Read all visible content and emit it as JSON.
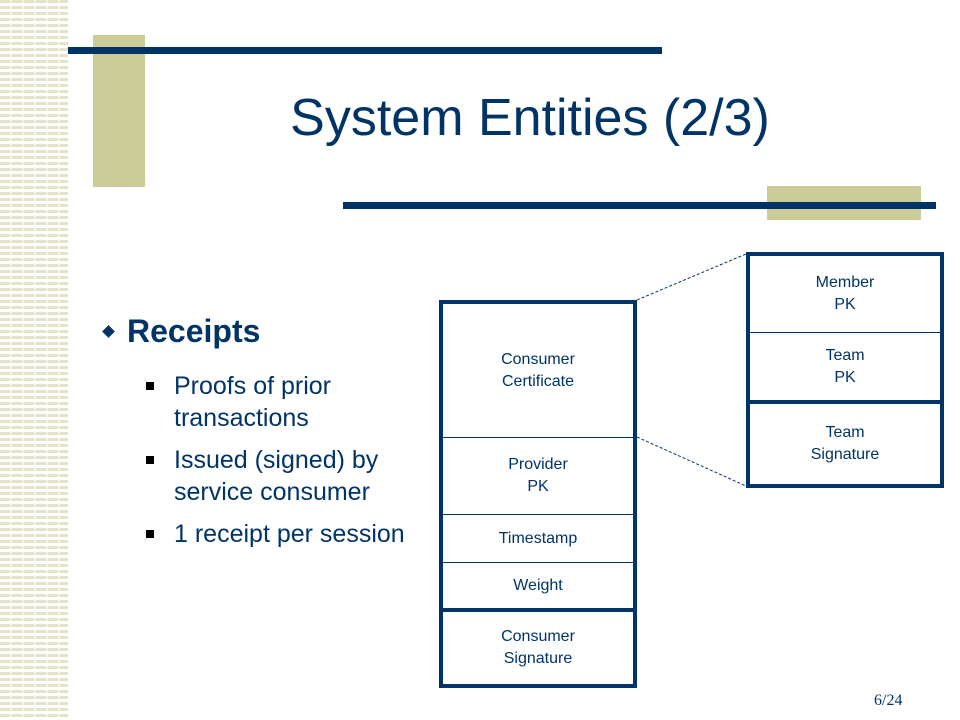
{
  "title": "System Entities (2/3)",
  "main_bullet": "Receipts",
  "sub_bullets": [
    "Proofs of prior transactions",
    "Issued (signed) by service consumer",
    "1 receipt per session"
  ],
  "receipt": {
    "consumer_certificate": "Consumer\nCertificate",
    "provider_pk": "Provider\nPK",
    "timestamp": "Timestamp",
    "weight": "Weight",
    "consumer_signature": "Consumer\nSignature"
  },
  "team_certificate": {
    "member_pk": "Member\nPK",
    "team_pk": "Team\nPK",
    "team_signature": "Team\nSignature"
  },
  "page_number": "6/24",
  "colors": {
    "navy": "#003366",
    "tan": "#cccc99"
  }
}
